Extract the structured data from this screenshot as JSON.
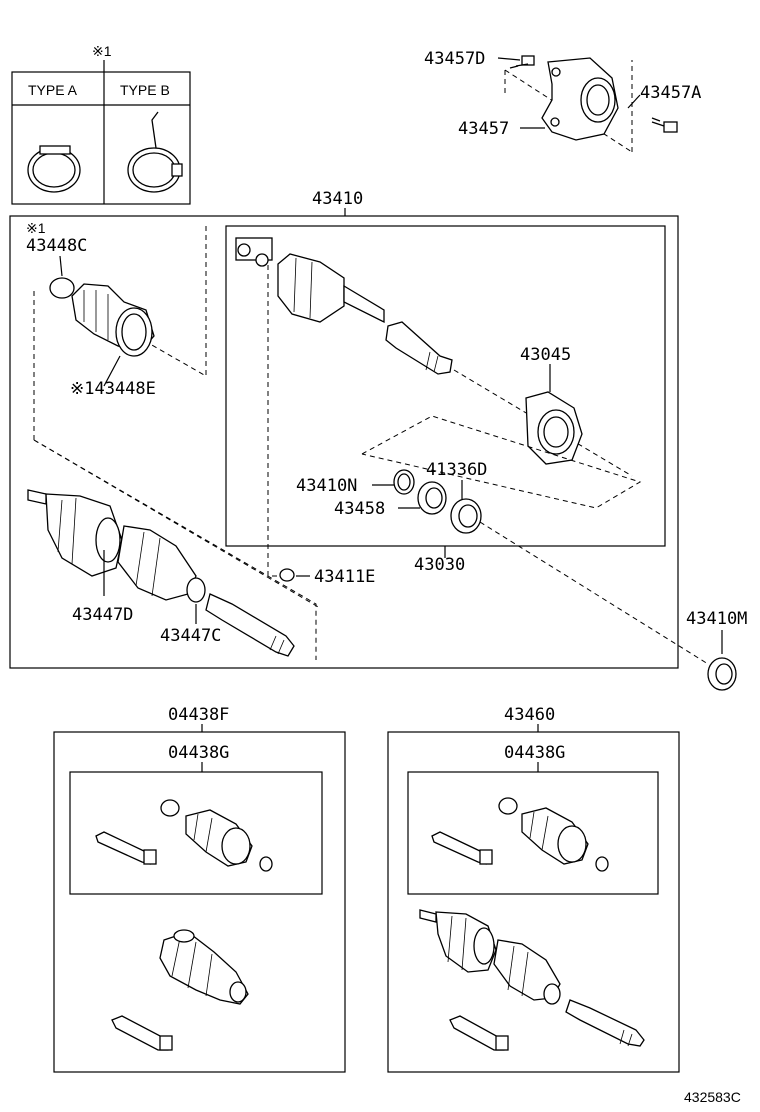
{
  "note_mark": "※1",
  "type_table": {
    "col_a": "TYPE A",
    "col_b": "TYPE B"
  },
  "labels": {
    "p43457D": "43457D",
    "p43457A": "43457A",
    "p43457": "43457",
    "p43410": "43410",
    "p43448C": "43448C",
    "p43448E": "※143448E",
    "p43045": "43045",
    "p43410N": "43410N",
    "p41336D": "41336D",
    "p43458": "43458",
    "p43030": "43030",
    "p43411E": "43411E",
    "p43447D": "43447D",
    "p43447C": "43447C",
    "p43410M": "43410M",
    "p04438F": "04438F",
    "p04438G_left": "04438G",
    "p43460": "43460",
    "p04438G_right": "04438G"
  },
  "diagram_id": "432583C"
}
